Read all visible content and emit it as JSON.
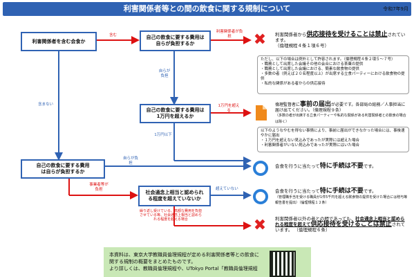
{
  "header": {
    "title": "利害関係者等との間の飲食に関する規制について",
    "date": "令和7年9月"
  },
  "boxes": {
    "start": "利害関係者を含む会食か",
    "cost1_line1": "自己の飲食に要する費用は",
    "cost1_line2": "自らが負担するか",
    "over10k_line1": "自己の飲食に要する費用は",
    "over10k_line2": "1万円を超えるか",
    "cost2_line1": "自己の飲食に要する費用",
    "cost2_line2": "は自らが負担するか",
    "social_line1": "社会通念上相当と認められ",
    "social_line2": "る程度を超えていないか"
  },
  "arrow_labels": {
    "includes": "含む",
    "stakeholder_pays": "利害関係者が負担",
    "self_pays_1": "自らが負担",
    "over_10k": "1万円を超える",
    "under_10k": "1万円以下",
    "not_included": "含まない",
    "self_pays_2": "自らが負担",
    "stakeholder_etc_pays": "事業者等が負担",
    "not_exceed": "超えていない",
    "repeated_note": "繰り返し受けている、高額な費用を負担させている等、社会通念上相当と認められる程度を超える場合"
  },
  "results": {
    "r1_pre": "利害関係者から",
    "r1_big": "供応接待を受けることは禁止",
    "r1_post": "されています。",
    "r1_ref": "（倫理規程４条１項６号）",
    "exceptions": [
      "ただし、以下の場合は例外として許容されます。（倫理規程４条２項５～７号）",
      "・職務として出席した会議その他の会合における茶菓の提供",
      "・職務として出席した会議における、簡素な飲食物の提供",
      "・多数の者（例えば２０名程度以上）が出席する立食パーティーにおける飲食物の提供",
      "・私的な関係がある者からの供応接待"
    ],
    "r2_pre": "倫理監督者に",
    "r2_big": "事前の届出",
    "r2_post": "が必要です。各部局の総務／人事担当に届け出てください。（倫理規程９条）",
    "r2_note": "（多数の者が出席する立食パーティーや私的な関係がある利害関係者との飲食の場合は除く）",
    "after_note": [
      "以下のようなやむを得ない事情により、事前に届出ができなかった場合には、事後速やかに届出",
      "・１万円を超えない見込みであったが実際には超えた場合",
      "・利害関係者がいない見込みであったが実際にはいた場合"
    ],
    "r3_pre": "会食を行うに当たって",
    "r3_big": "特に手続は不要",
    "r3_post": "です。",
    "r4_pre": "会食を行うに当たって",
    "r4_big": "特に手続は不要",
    "r4_post": "です。",
    "r4_note": "（管理職手当を受ける職員が1件5千円を超える飲食物の提供を受けた場合には贈与等報告書を提出）（倫理規程１２条）",
    "r5_pre": "利害関係者以外の者との間であっても、",
    "r5_ul": "社会通念上相当と認められる程度を超えて",
    "r5_big": "供応接待を受けることは禁止",
    "r5_post": "されています。",
    "r5_ref": "（倫理規程６条）"
  },
  "footer": {
    "line1": "本資料は、東京大学教職員倫理規程が定める利害関係者等との飲食に",
    "line2": "関する規制の概要をまとめたものです。",
    "line3": "より詳しくは、教職員倫理規程や、UTokyo Portal「教職員倫理規程"
  },
  "colors": {
    "brand_blue": "#2f62b3",
    "alert_red": "#e02020",
    "ok_blue": "#2a7fd8",
    "footer_green": "#c9e8b6"
  },
  "icons": [
    "x-mark-icon",
    "document-icon",
    "circle-ok-icon",
    "qr-code-icon"
  ]
}
